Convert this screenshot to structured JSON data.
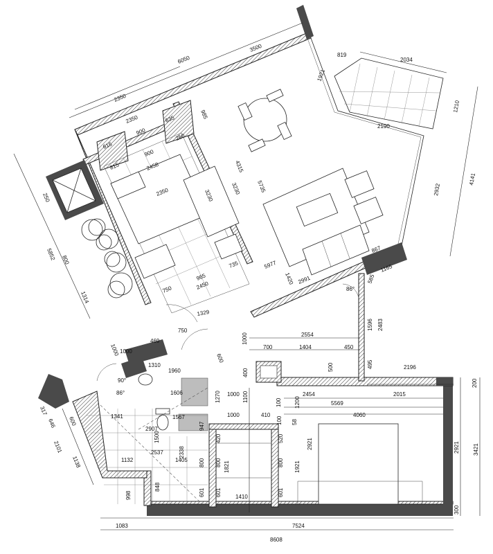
{
  "drawing": {
    "kind": "apartment floor plan",
    "colors": {
      "wall": "#4a4a4a",
      "line": "#222222",
      "fixture_shade": "#bdbdbd"
    }
  },
  "dimensions": {
    "outer_top": "6050",
    "balcony_top": "3500",
    "balcony_side_top": "819",
    "balcony_side_width": "2034",
    "balcony_diag": "1921",
    "balcony_depth": "1210",
    "balcony_inner": "2190",
    "right_total": "4141",
    "right_lower": "2932",
    "top_left_2350": "2350",
    "wall_985": "985",
    "bed_900_a": "900",
    "bed_2350": "2350",
    "bed_615": "615",
    "bed_635": "635",
    "bed_900_b": "900",
    "bed_815": "815",
    "bed_2458": "2458",
    "bed_2350_b": "2350",
    "bed_250": "250",
    "living_4315": "4315",
    "living_5735": "5735",
    "living_3230": "3230",
    "bed_3230": "3230",
    "left_5852": "5852",
    "left_800": "800",
    "left_1314": "1314",
    "left_250": "250",
    "bed_965": "965",
    "bed_735": "735",
    "bed_750_a": "750",
    "bed_2450": "2450",
    "wall_5977": "5977",
    "wall_1420": "1420",
    "wall_2991": "2991",
    "wall_867": "867",
    "wall_1165": "1165",
    "wall_585": "585",
    "angle_86": "86°",
    "right_1596": "1596",
    "right_2483": "2483",
    "right_495": "495",
    "right_2196": "2196",
    "corridor_1329": "1329",
    "corridor_750": "750",
    "corridor_469": "469",
    "corridor_1000_a": "1000",
    "corridor_1000_b": "1000",
    "corridor_600": "600",
    "bath_1310": "1310",
    "bath_1960": "1960",
    "bath_90": "90°",
    "bath_86": "86°",
    "bath_1606": "1606",
    "bath_1270": "1270",
    "bath_1567": "1567",
    "bath_2907": "2907",
    "bath_1500": "1500",
    "bath_2537": "2537",
    "bath_947": "947",
    "bath_2338": "2338",
    "bath_1405": "1405",
    "bath_1341": "1341",
    "bath_1132": "1132",
    "entry_317": "317",
    "entry_646": "646",
    "entry_600": "600",
    "entry_2101": "2101",
    "entry_1138": "1138",
    "entry_998": "998",
    "entry_848": "848",
    "k_1000_top": "1000",
    "k_2554": "2554",
    "k_700": "700",
    "k_1404": "1404",
    "k_450": "450",
    "k_400": "400",
    "k_1100": "1100",
    "k_500": "500",
    "k_1000_a": "1000",
    "k_2454": "2454",
    "k_2015": "2015",
    "k_100": "100",
    "k_1200": "1200",
    "k_5569": "5569",
    "k_1000_b": "1000",
    "k_410": "410",
    "k_100_b": "100",
    "k_4060": "4060",
    "k_58": "58",
    "k_420": "420",
    "k_520": "520",
    "k_2921_a": "2921",
    "k_1921": "1921",
    "k_1821": "1821",
    "k_800_a": "800",
    "k_800_b": "800",
    "k_800_c": "800",
    "k_601_a": "601",
    "k_601_b": "601",
    "k_601_c": "601",
    "k_1410": "1410",
    "k_2921_b": "2921",
    "k_200": "200",
    "k_3421": "3421",
    "k_300": "300",
    "bottom_1083": "1083",
    "bottom_7524": "7524",
    "bottom_8608": "8608"
  }
}
